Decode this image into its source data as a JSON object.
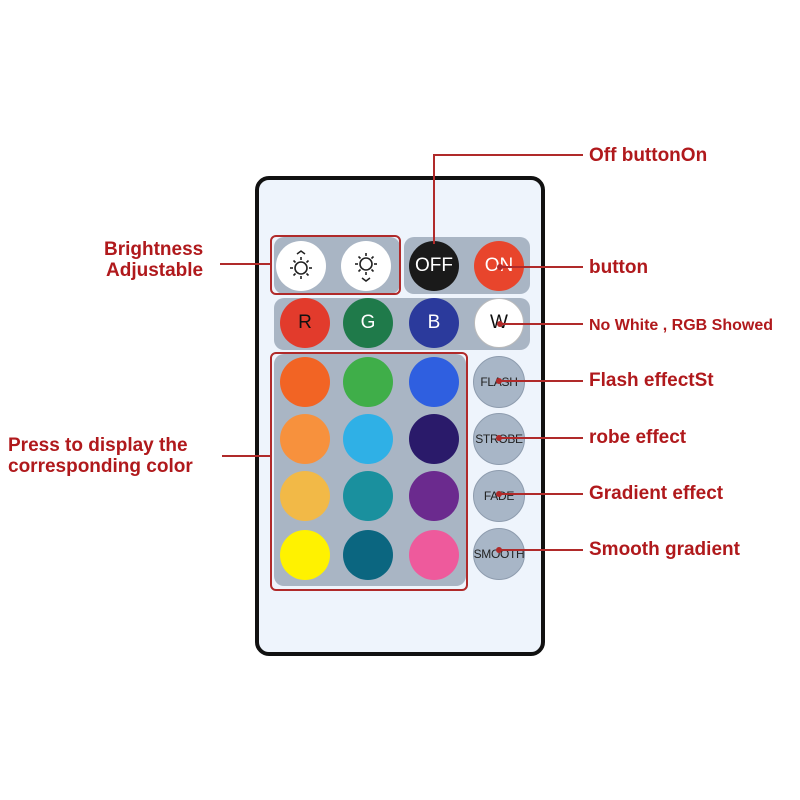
{
  "labels": {
    "brightness_line1": "Brightness",
    "brightness_line2": "Adjustable",
    "off_on": "Off buttonOn",
    "button": "button",
    "no_white": "No White , RGB Showed",
    "flash": "Flash effectSt",
    "strobe": "robe effect",
    "fade": "Gradient effect",
    "smooth": "Smooth gradient",
    "press_line1": "Press to display the",
    "press_line2": "corresponding color"
  },
  "buttons": {
    "off": "OFF",
    "on": "ON",
    "r": "R",
    "g": "G",
    "b": "B",
    "w": "W",
    "flash": "FLASH",
    "strobe": "STROBE",
    "fade": "FADE",
    "smooth": "SMOOTH"
  },
  "icons": {
    "brightness_up": "brightness-up-icon",
    "brightness_down": "brightness-down-icon"
  },
  "colors": {
    "accent": "#b0191c",
    "off": "#1a1a1a",
    "on": "#e8452c",
    "r": "#e23b2c",
    "g": "#1f7a4a",
    "b": "#2b3a9c",
    "w": "#ffffff",
    "grid": [
      "#f26424",
      "#3fae49",
      "#2f5fe0",
      "#f7913d",
      "#2fb0e6",
      "#2a1a6a",
      "#f2b947",
      "#1a909e",
      "#6b2a8e",
      "#fff200",
      "#0b6680",
      "#ee5a9c"
    ]
  }
}
